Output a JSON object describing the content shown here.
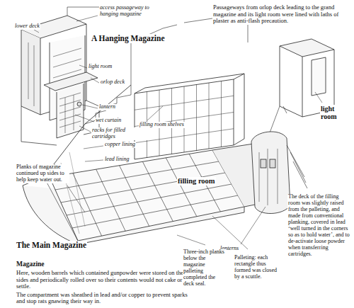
{
  "diagram": {
    "labels": [
      "lower deck",
      "access passageway to hanging magazine",
      "A Hanging Magazine",
      "light room",
      "orlop deck",
      "lantern",
      "wet curtain",
      "racks for filled cartridges",
      "Passageways from orlop deck leading to the grand magazine and its light room were lined with laths of plaster as anti-flash precaution.",
      "filling room shelves",
      "light room",
      "filling room",
      "copper lining",
      "lead lining",
      "Planks of magazine continued up sides to help keep water out.",
      "lanterns",
      "The Main Magazine",
      "Magazine",
      "Here, wooden barrels which contained gunpowder were stored on their sides and periodically rolled over so their contents would not cake or settle.",
      "The compartment was sheathed in lead and/or copper to prevent sparks and stop rats gnawing their way in.",
      "Three-inch planks below the magazine palleting completed the deck seal.",
      "Palleting: each rectangle thus formed was closed by a scuttle.",
      "The deck of the filling room was slightly raised from the palleting, and made from conventional planking, covered in lead ‘well turned in the corners so as to hold water’, and to de-activate loose powder when transferring cartridges."
    ]
  }
}
